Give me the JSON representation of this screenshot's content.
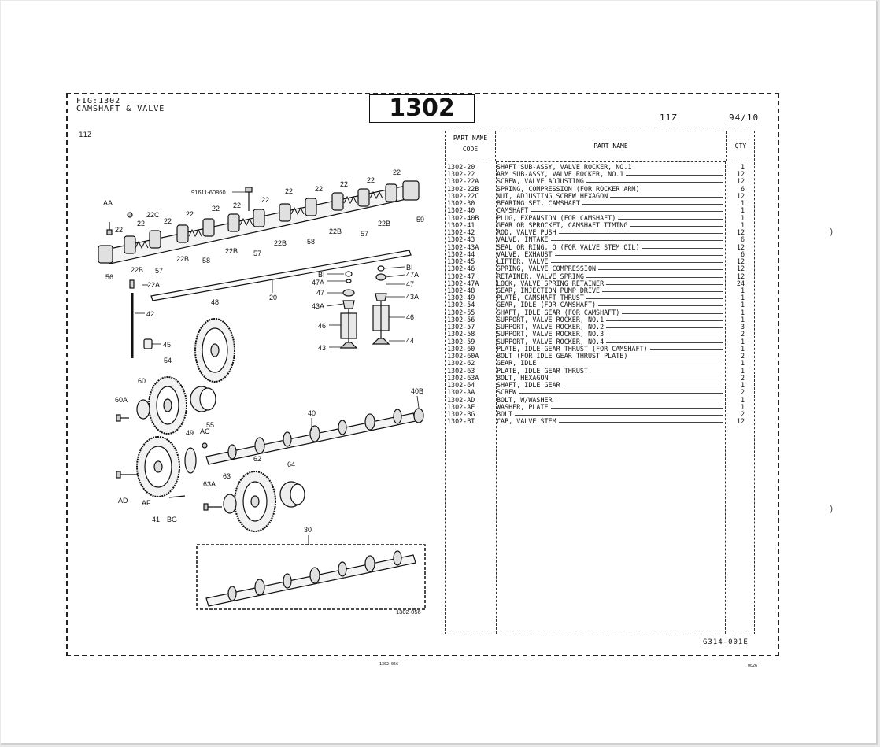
{
  "header": {
    "fig_line": "FIG:1302",
    "fig_title": "CAMSHAFT & VALVE",
    "section_number": "1302",
    "model": "11Z",
    "date": "94/10",
    "model_small": "11Z"
  },
  "table": {
    "col_code_line1": "PART NAME",
    "col_code_line2": "CODE",
    "col_name": "PART  NAME",
    "col_qty": "QTY",
    "rows": [
      {
        "code": "1302-20",
        "name": "SHAFT SUB-ASSY, VALVE ROCKER, NO.1",
        "qty": "1"
      },
      {
        "code": "1302-22",
        "name": "ARM SUB-ASSY, VALVE ROCKER, NO.1",
        "qty": "12"
      },
      {
        "code": "1302-22A",
        "name": "SCREW, VALVE ADJUSTING",
        "qty": "12"
      },
      {
        "code": "1302-22B",
        "name": "SPRING, COMPRESSION (FOR ROCKER ARM)",
        "qty": "6"
      },
      {
        "code": "1302-22C",
        "name": "NUT, ADJUSTING SCREW HEXAGON",
        "qty": "12"
      },
      {
        "code": "1302-30",
        "name": "BEARING SET, CAMSHAFT",
        "qty": "1"
      },
      {
        "code": "1302-40",
        "name": "CAMSHAFT",
        "qty": "1"
      },
      {
        "code": "1302-40B",
        "name": "PLUG, EXPANSION (FOR CAMSHAFT)",
        "qty": "1"
      },
      {
        "code": "1302-41",
        "name": "GEAR OR SPROCKET, CAMSHAFT TIMING",
        "qty": "1"
      },
      {
        "code": "1302-42",
        "name": "ROD, VALVE PUSH",
        "qty": "12"
      },
      {
        "code": "1302-43",
        "name": "VALVE, INTAKE",
        "qty": "6"
      },
      {
        "code": "1302-43A",
        "name": "SEAL OR RING, O (FOR VALVE STEM OIL)",
        "qty": "12"
      },
      {
        "code": "1302-44",
        "name": "VALVE, EXHAUST",
        "qty": "6"
      },
      {
        "code": "1302-45",
        "name": "LIFTER, VALVE",
        "qty": "12"
      },
      {
        "code": "1302-46",
        "name": "SPRING, VALVE COMPRESSION",
        "qty": "12"
      },
      {
        "code": "1302-47",
        "name": "RETAINER, VALVE SPRING",
        "qty": "12"
      },
      {
        "code": "1302-47A",
        "name": "LOCK, VALVE SPRING RETAINER",
        "qty": "24"
      },
      {
        "code": "1302-48",
        "name": "GEAR, INJECTION PUMP DRIVE",
        "qty": "1"
      },
      {
        "code": "1302-49",
        "name": "PLATE, CAMSHAFT THRUST",
        "qty": "1"
      },
      {
        "code": "1302-54",
        "name": "GEAR, IDLE (FOR CAMSHAFT)",
        "qty": "1"
      },
      {
        "code": "1302-55",
        "name": "SHAFT, IDLE GEAR (FOR CAMSHAFT)",
        "qty": "1"
      },
      {
        "code": "1302-56",
        "name": "SUPPORT, VALVE ROCKER, NO.1",
        "qty": "1"
      },
      {
        "code": "1302-57",
        "name": "SUPPORT, VALVE ROCKER, NO.2",
        "qty": "3"
      },
      {
        "code": "1302-58",
        "name": "SUPPORT, VALVE ROCKER, NO.3",
        "qty": "2"
      },
      {
        "code": "1302-59",
        "name": "SUPPORT, VALVE ROCKER, NO.4",
        "qty": "1"
      },
      {
        "code": "1302-60",
        "name": "PLATE, IDLE GEAR THRUST (FOR CAMSHAFT)",
        "qty": "1"
      },
      {
        "code": "1302-60A",
        "name": "BOLT (FOR IDLE GEAR THRUST PLATE)",
        "qty": "2"
      },
      {
        "code": "1302-62",
        "name": "GEAR, IDLE",
        "qty": "1"
      },
      {
        "code": "1302-63",
        "name": "PLATE, IDLE GEAR THRUST",
        "qty": "1"
      },
      {
        "code": "1302-63A",
        "name": "BOLT, HEXAGON",
        "qty": "2"
      },
      {
        "code": "1302-64",
        "name": "SHAFT, IDLE GEAR",
        "qty": "1"
      },
      {
        "code": "1302-AA",
        "name": "SCREW",
        "qty": "2"
      },
      {
        "code": "1302-AD",
        "name": "BOLT, W/WASHER",
        "qty": "1"
      },
      {
        "code": "1302-AF",
        "name": "WASHER, PLATE",
        "qty": "1"
      },
      {
        "code": "1302-BG",
        "name": "BOLT",
        "qty": "2"
      },
      {
        "code": "1302-BI",
        "name": "CAP, VALVE STEM",
        "qty": "12"
      }
    ],
    "footer_code": "G314-001E"
  },
  "diagram": {
    "labels": {
      "aa": "AA",
      "bolt_ref": "91611-60860",
      "n59": "59",
      "n56": "56",
      "n57": "57",
      "n58": "58",
      "n22": "22",
      "n22a": "22A",
      "n22b": "22B",
      "n22c": "22C",
      "n20": "20",
      "n42": "42",
      "n45": "45",
      "n48": "48",
      "n54": "54",
      "n55": "55",
      "n60": "60",
      "n60a": "60A",
      "n49": "49",
      "ac": "AC",
      "n40": "40",
      "n40b": "40B",
      "n41": "41",
      "ad": "AD",
      "af": "AF",
      "bg": "BG",
      "n62": "62",
      "n63": "63",
      "n63a": "63A",
      "n64": "64",
      "n30": "30",
      "diagram_ref": "1302-056",
      "bi": "BI",
      "n47a": "47A",
      "n47": "47",
      "n43a": "43A",
      "n46": "46",
      "n43": "43",
      "n44": "44"
    }
  },
  "footer": {
    "left": "1302   056",
    "right": "0026",
    "paren": ")"
  }
}
